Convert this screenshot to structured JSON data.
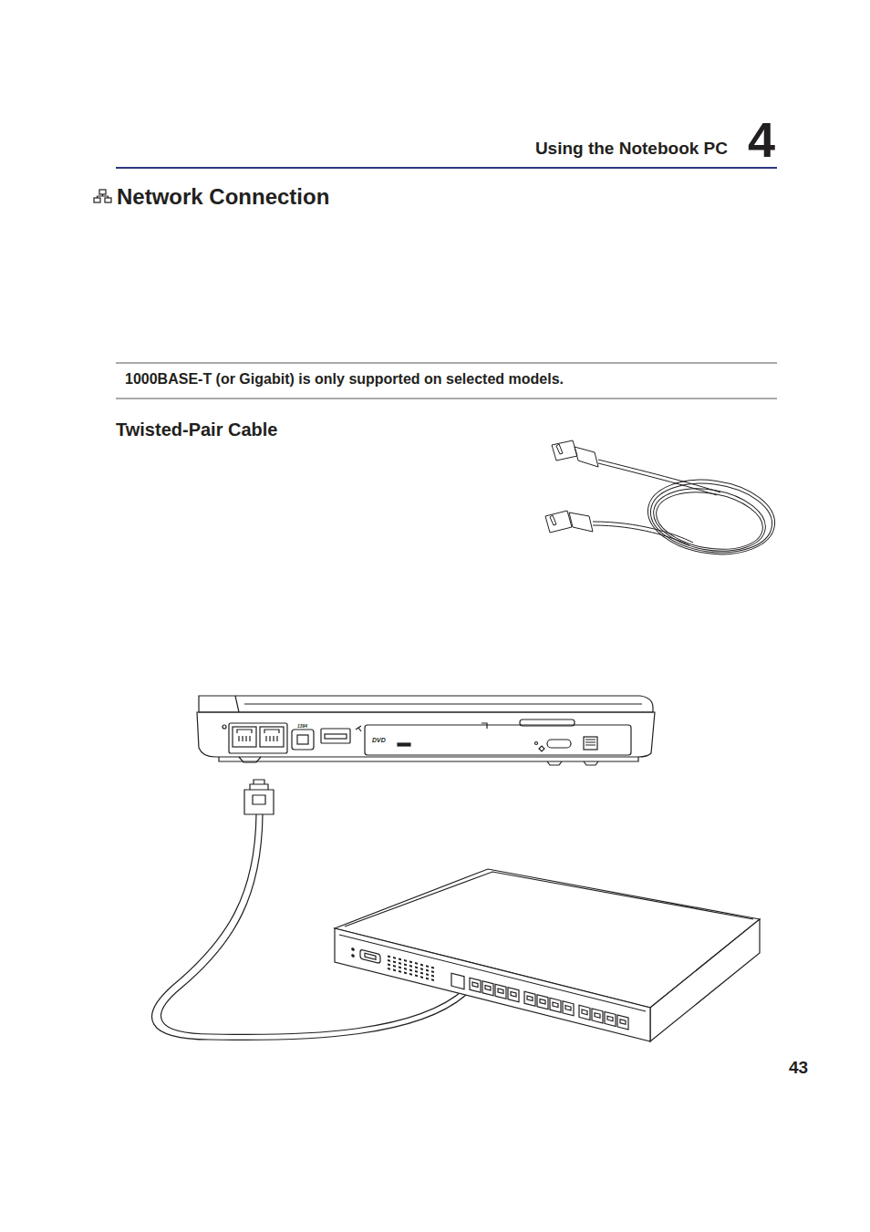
{
  "diagram": {
    "title": "Network Connection",
    "labels": [
      "Using the Notebook PC",
      "4",
      "1000BASE-T (or Gigabit) is only supported on selected models.",
      "Twisted-Pair Cable",
      "1394",
      "DVD",
      "43"
    ]
  }
}
